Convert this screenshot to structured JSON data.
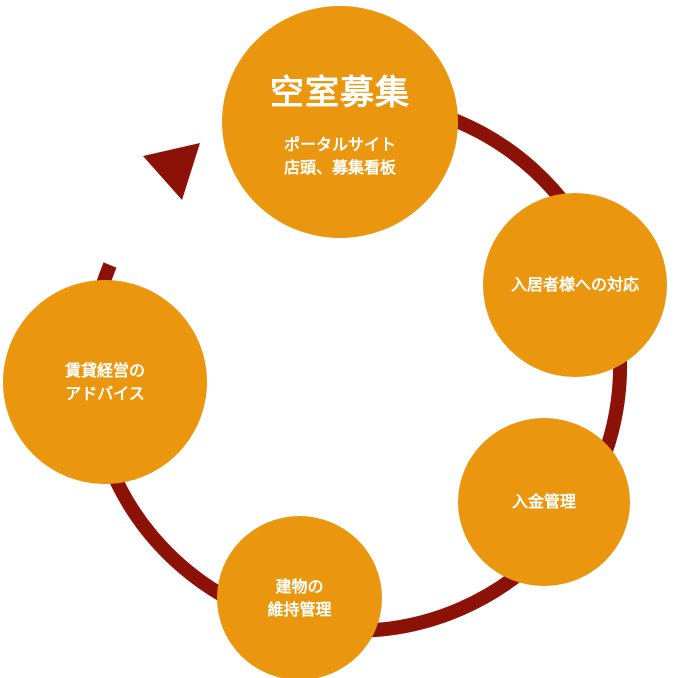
{
  "colors": {
    "node_fill": "#EB960F",
    "arrow": "#8C1208",
    "text": "#FFFFFF"
  },
  "nodes": {
    "vacancy": {
      "title": "空室募集",
      "subtitle": "ポータルサイト\n店頭、募集看板"
    },
    "tenant_support": {
      "label": "入居者様への対応"
    },
    "payment": {
      "label": "入金管理"
    },
    "maintenance": {
      "label": "建物の\n維持管理"
    },
    "advice": {
      "label": "賃貸経営の\nアドバイス"
    }
  }
}
